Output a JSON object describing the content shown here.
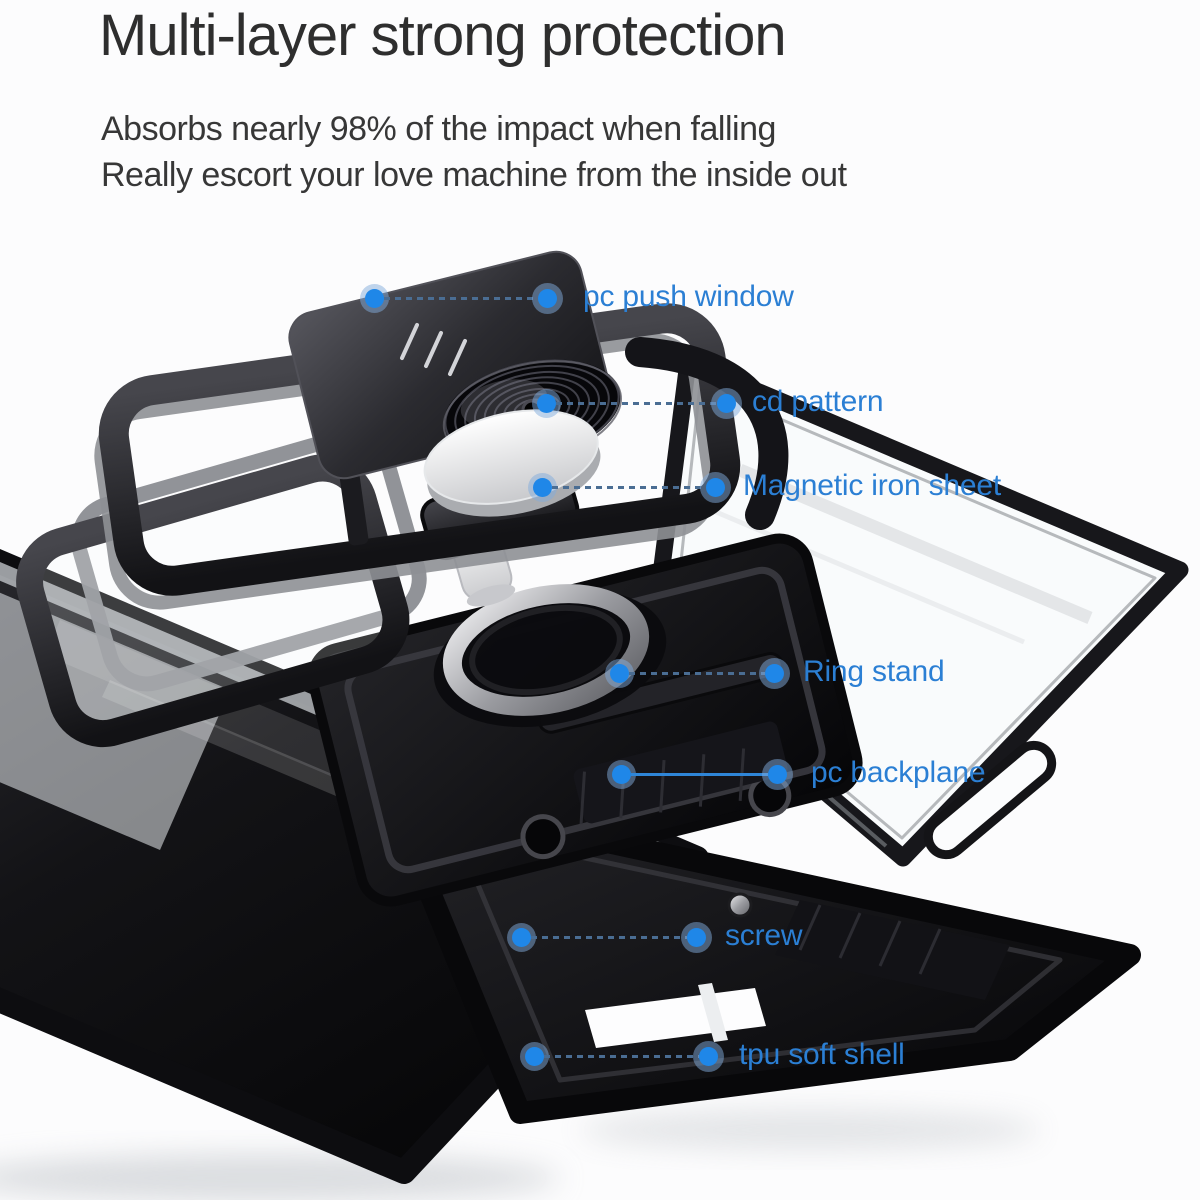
{
  "header": {
    "title": "Multi-layer strong protection",
    "subtitle_lines": [
      "Absorbs nearly 98% of the impact when falling",
      "Really escort your love machine from the inside out"
    ]
  },
  "callouts": [
    {
      "id": "pc-push-window",
      "label": "pc push window"
    },
    {
      "id": "cd-pattern",
      "label": "cd pattern"
    },
    {
      "id": "magnetic-iron-sheet",
      "label": "Magnetic iron sheet"
    },
    {
      "id": "ring-stand",
      "label": "Ring stand"
    },
    {
      "id": "pc-backplane",
      "label": "pc backplane"
    },
    {
      "id": "screw",
      "label": "screw"
    },
    {
      "id": "tpu-soft-shell",
      "label": "tpu soft shell"
    }
  ],
  "palette": {
    "background": "#fcfcfd",
    "title_color": "#2e2e2e",
    "subtitle_color": "#373737",
    "label_color": "#2b7fd4",
    "dot_color": "#1f87e8",
    "dot_halo": "rgba(130,172,219,0.5)",
    "connector_dashed": "#4a6d93",
    "connector_solid": "#2f86d8"
  },
  "illustration": {
    "description": "Exploded 3D view of a rugged foldable-phone case: sliding camera cover, camera frame, cd-pattern disc, magnetic iron sheet, ring stand with kickstand plate, clear pc backplane, phone body and black tpu soft shell, annotated with blue callout dots."
  }
}
